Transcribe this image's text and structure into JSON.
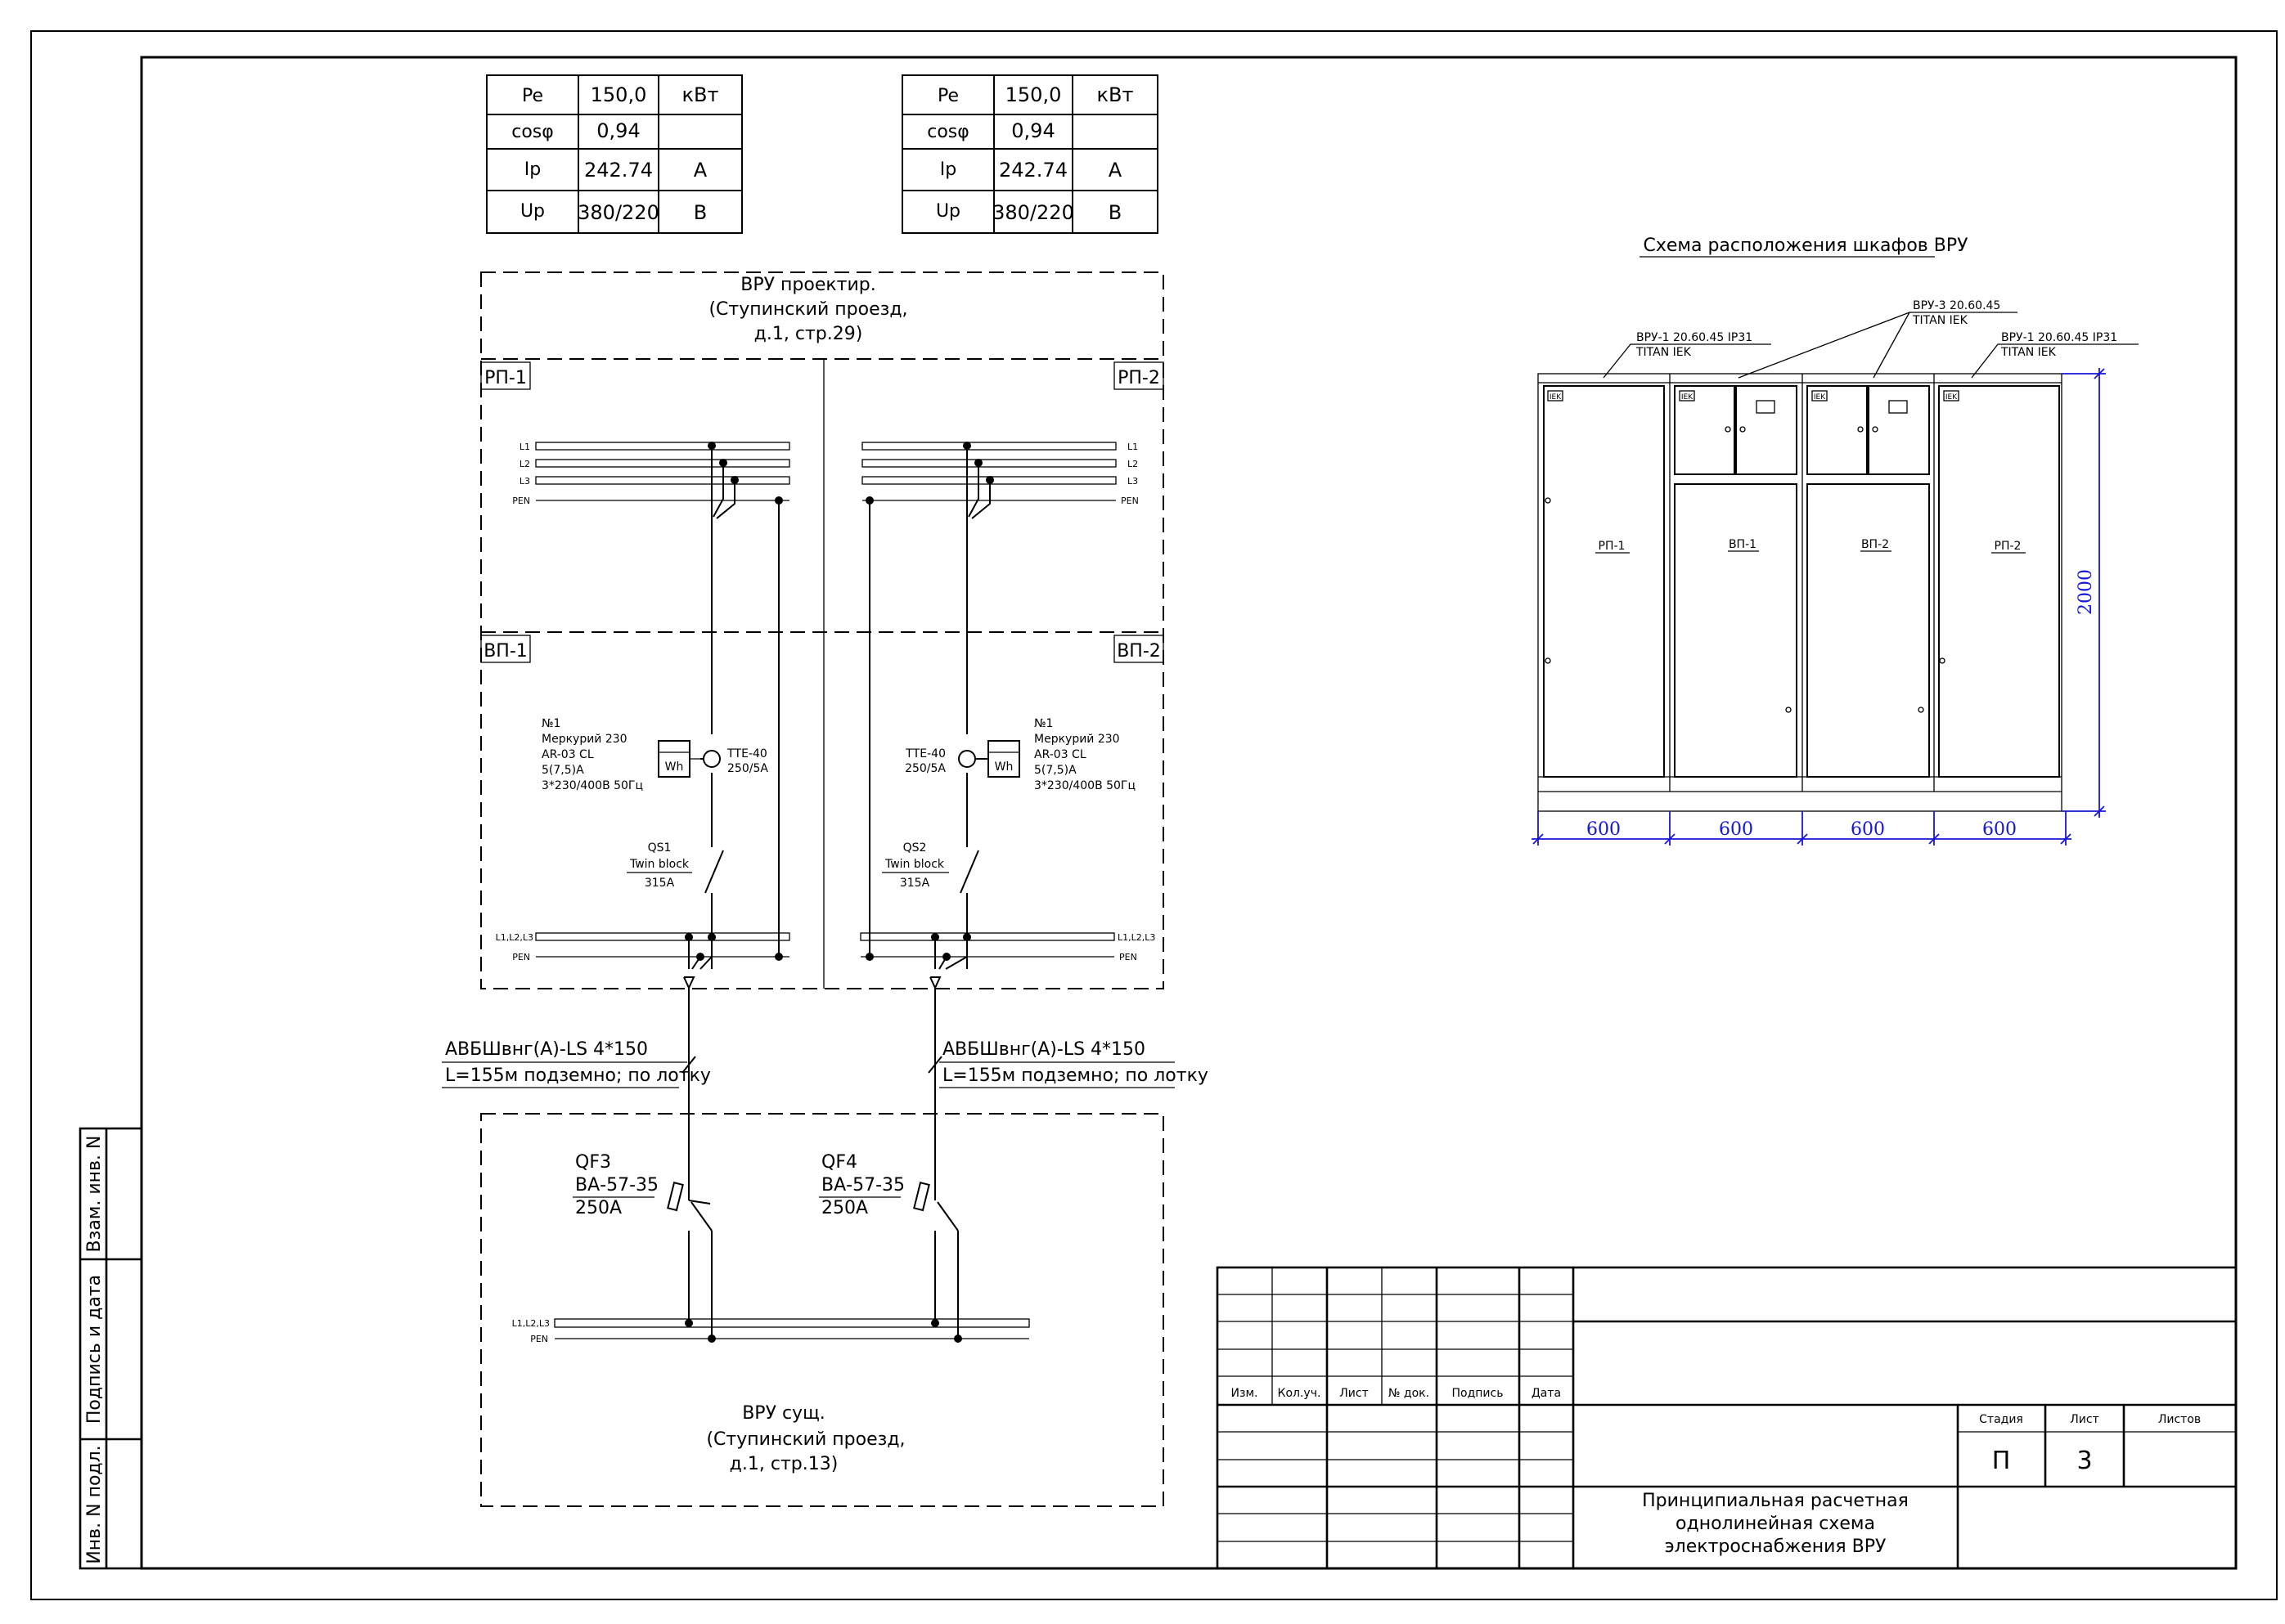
{
  "load_tables": [
    {
      "rows": [
        {
          "name": "Pe",
          "value": "150,0",
          "unit": "кВт"
        },
        {
          "name": "cosφ",
          "value": "0,94",
          "unit": ""
        },
        {
          "name": "Ip",
          "value": "242.74",
          "unit": "А"
        },
        {
          "name": "Up",
          "value": "380/220",
          "unit": "В"
        }
      ]
    },
    {
      "rows": [
        {
          "name": "Pe",
          "value": "150,0",
          "unit": "кВт"
        },
        {
          "name": "cosφ",
          "value": "0,94",
          "unit": ""
        },
        {
          "name": "Ip",
          "value": "242.74",
          "unit": "А"
        },
        {
          "name": "Up",
          "value": "380/220",
          "unit": "В"
        }
      ]
    }
  ],
  "vru_new": {
    "title_lines": [
      "ВРУ проектир.",
      "(Ступинский проезд,",
      "д.1, стр.29)"
    ],
    "panels": {
      "rp1": "РП-1",
      "rp2": "РП-2",
      "vp1": "ВП-1",
      "vp2": "ВП-2"
    },
    "bus_labels": {
      "l1": "L1",
      "l2": "L2",
      "l3": "L3",
      "pen": "PEN",
      "l123": "L1,L2,L3"
    },
    "meter_left": {
      "lines": [
        "№1",
        "Меркурий 230",
        "AR-03 CL",
        "5(7,5)А",
        "3*230/400В 50Гц"
      ],
      "symbol": "Wh"
    },
    "meter_right": {
      "lines": [
        "№1",
        "Меркурий 230",
        "AR-03 CL",
        "5(7,5)А",
        "3*230/400В 50Гц"
      ],
      "symbol": "Wh"
    },
    "ct_left": [
      "ТТЕ-40",
      "250/5А"
    ],
    "ct_right": [
      "ТТЕ-40",
      "250/5А"
    ],
    "switch_left": {
      "name": "QS1",
      "type": "Twin block",
      "rating": "315А"
    },
    "switch_right": {
      "name": "QS2",
      "type": "Twin block",
      "rating": "315А"
    }
  },
  "cables": [
    {
      "type": "АВБШвнг(А)-LS 4*150",
      "laying": "L=155м подземно; по лотку"
    },
    {
      "type": "АВБШвнг(А)-LS 4*150",
      "laying": "L=155м подземно; по лотку"
    }
  ],
  "vru_existing": {
    "title_lines": [
      "ВРУ сущ.",
      "(Ступинский проезд,",
      "д.1, стр.13)"
    ],
    "breaker_left": {
      "name": "QF3",
      "type": "ВА-57-35",
      "rating": "250А"
    },
    "breaker_right": {
      "name": "QF4",
      "type": "ВА-57-35",
      "rating": "250А"
    },
    "bus_labels": {
      "l123": "L1,L2,L3",
      "pen": "PEN"
    }
  },
  "layout_scheme": {
    "title": "Схема расположения шкафов ВРУ",
    "callouts": [
      {
        "line1": "ВРУ-1 20.60.45 IP31",
        "line2": "TITAN IEK"
      },
      {
        "line1": "ВРУ-3 20.60.45",
        "line2": "TITAN IEK"
      },
      {
        "line1": "ВРУ-1 20.60.45 IP31",
        "line2": "TITAN IEK"
      }
    ],
    "cabinet_labels": [
      "РП-1",
      "ВП-1",
      "ВП-2",
      "РП-2"
    ],
    "logo": "IEK",
    "widths": [
      "600",
      "600",
      "600",
      "600"
    ],
    "height": "2000"
  },
  "side_stamp": {
    "labels": [
      "Взам. инв. N",
      "Подпись и дата",
      "Инв. N подл."
    ]
  },
  "title_block": {
    "headers": [
      "Изм.",
      "Кол.уч.",
      "Лист",
      "№ док.",
      "Подпись",
      "Дата"
    ],
    "stage_headers": [
      "Стадия",
      "Лист",
      "Листов"
    ],
    "stage_values": [
      "П",
      "3",
      ""
    ],
    "drawing_title": [
      "Принципиальная расчетная",
      "однолинейная схема",
      "электроснабжения ВРУ"
    ]
  }
}
